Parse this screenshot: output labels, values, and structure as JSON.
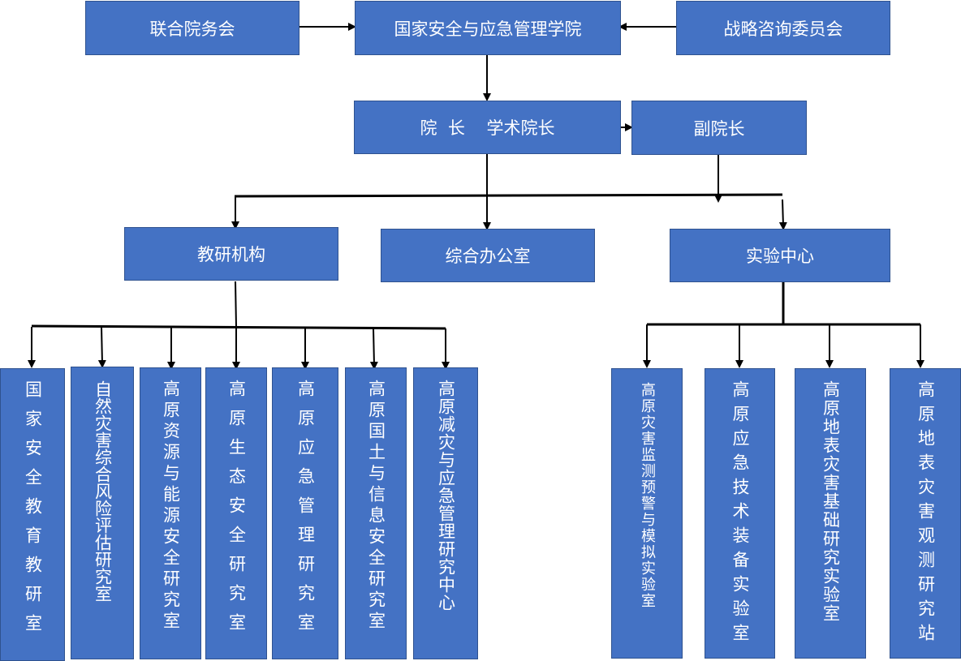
{
  "diagram": {
    "type": "org-chart",
    "top_row": {
      "left": "联合院务会",
      "center": "国家安全与应急管理学院",
      "right": "战略咨询委员会"
    },
    "leadership": {
      "dean": "院  长    学术院长",
      "vice_dean": "副院长"
    },
    "departments": {
      "teaching_research": "教研机构",
      "general_office": "综合办公室",
      "lab_center": "实验中心"
    },
    "teaching_units": [
      "国家安全教育教研室",
      "自然灾害综合风险评估研究室",
      "高原资源与能源安全研究室",
      "高原生态安全研究室",
      "高原应急管理研究室",
      "高原国土与信息安全研究室",
      "高原减灾与应急管理研究中心"
    ],
    "lab_units": [
      "高原灾害监测预警与模拟实验室",
      "高原应急技术装备实验室",
      "高原地表灾害基础研究实验室",
      "高原地表灾害观测研究站"
    ],
    "colors": {
      "box_fill": "#4472C4",
      "box_border": "#2F528F",
      "text": "#FFFFFF",
      "connector": "#000000"
    }
  }
}
